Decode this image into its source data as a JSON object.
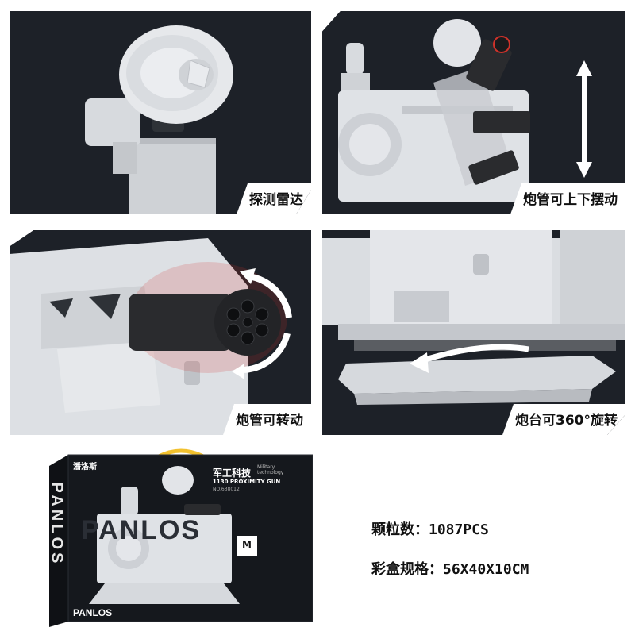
{
  "panels": [
    {
      "label": "探测雷达"
    },
    {
      "label": "炮管可上下摆动"
    },
    {
      "label": "炮管可转动"
    },
    {
      "label": "炮台可360°旋转"
    }
  ],
  "box": {
    "brand": "PANLOS",
    "brand_cn": "潘洛斯",
    "series_cn": "军工科技",
    "series_en_1": "Military",
    "series_en_2": "technology",
    "model_name": "1130 PROXIMITY GUN",
    "item_no": "NO.638012",
    "size_tag": "M",
    "side_brand": "PANLOS",
    "watermark": "PANLOS"
  },
  "specs": {
    "pieces_label": "颗粒数：",
    "pieces_value": "1087PCS",
    "box_label": "彩盒规格：",
    "box_value": "56X40X10CM"
  },
  "colors": {
    "panel_bg": "#1d2128",
    "brick": "#e3e5e8",
    "barrel": "#2a2b2e",
    "glow": "#d0322a",
    "box_bg": "#15181d",
    "handle": "#f2c12e"
  }
}
